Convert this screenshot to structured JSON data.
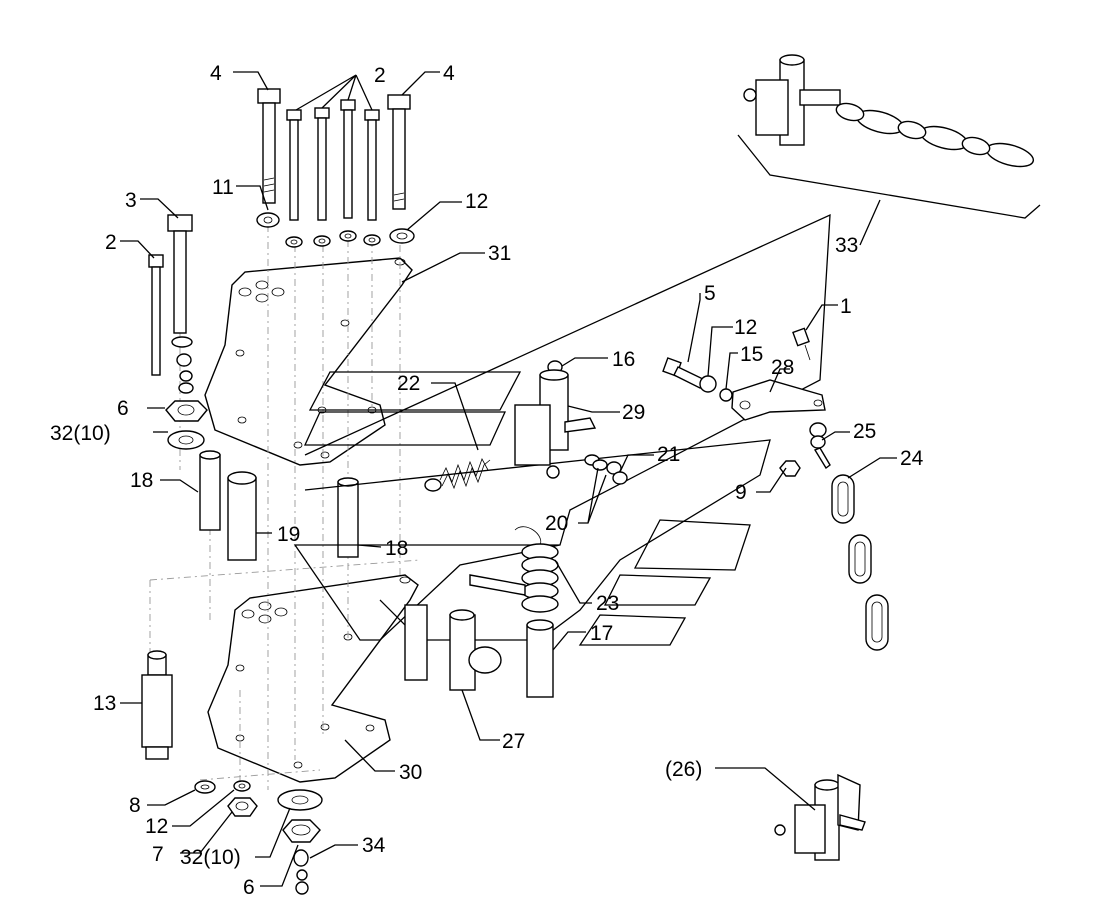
{
  "diagram": {
    "callouts": [
      {
        "id": "c-4a",
        "text": "4"
      },
      {
        "id": "c-2top",
        "text": "2"
      },
      {
        "id": "c-4b",
        "text": "4"
      },
      {
        "id": "c-11",
        "text": "11"
      },
      {
        "id": "c-12top",
        "text": "12"
      },
      {
        "id": "c-3",
        "text": "3"
      },
      {
        "id": "c-2left",
        "text": "2"
      },
      {
        "id": "c-31",
        "text": "31"
      },
      {
        "id": "c-33",
        "text": "33"
      },
      {
        "id": "c-5",
        "text": "5"
      },
      {
        "id": "c-1",
        "text": "1"
      },
      {
        "id": "c-12mid",
        "text": "12"
      },
      {
        "id": "c-15",
        "text": "15"
      },
      {
        "id": "c-16",
        "text": "16"
      },
      {
        "id": "c-28",
        "text": "28"
      },
      {
        "id": "c-22",
        "text": "22"
      },
      {
        "id": "c-29",
        "text": "29"
      },
      {
        "id": "c-6top",
        "text": "6"
      },
      {
        "id": "c-32top",
        "text": "32(10)"
      },
      {
        "id": "c-25",
        "text": "25"
      },
      {
        "id": "c-21",
        "text": "21"
      },
      {
        "id": "c-24",
        "text": "24"
      },
      {
        "id": "c-18a",
        "text": "18"
      },
      {
        "id": "c-9",
        "text": "9"
      },
      {
        "id": "c-19",
        "text": "19"
      },
      {
        "id": "c-20",
        "text": "20"
      },
      {
        "id": "c-18b",
        "text": "18"
      },
      {
        "id": "c-23",
        "text": "23"
      },
      {
        "id": "c-17",
        "text": "17"
      },
      {
        "id": "c-13",
        "text": "13"
      },
      {
        "id": "c-27",
        "text": "27"
      },
      {
        "id": "c-30",
        "text": "30"
      },
      {
        "id": "c-26",
        "text": "(26)"
      },
      {
        "id": "c-8",
        "text": "8"
      },
      {
        "id": "c-12bot",
        "text": "12"
      },
      {
        "id": "c-7",
        "text": "7"
      },
      {
        "id": "c-32bot",
        "text": "32(10)"
      },
      {
        "id": "c-34",
        "text": "34"
      },
      {
        "id": "c-6bot",
        "text": "6"
      }
    ]
  }
}
